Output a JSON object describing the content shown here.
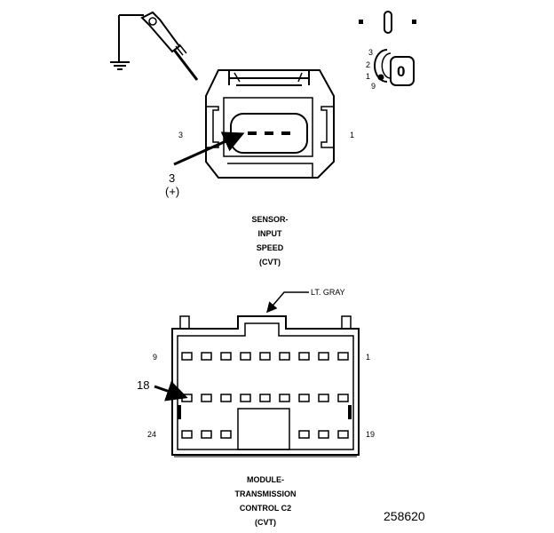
{
  "meter_icons": {
    "probe": "test-probe-icon",
    "ground": "ground-symbol-icon",
    "switch": "switch-position-icon",
    "ignition": "ignition-key-icon",
    "ignition_positions": [
      "3",
      "2",
      "1",
      "9"
    ],
    "key_label": "0"
  },
  "sensor_connector": {
    "pin_left": "3",
    "pin_right": "1",
    "callout_pin": "3",
    "callout_polarity": "(+)",
    "caption": [
      "SENSOR-",
      "INPUT",
      "SPEED",
      "(CVT)"
    ]
  },
  "module_connector": {
    "color_label": "LT. GRAY",
    "pin_top_left": "9",
    "pin_top_right": "1",
    "callout_pin": "18",
    "pin_bottom_left": "24",
    "pin_bottom_right": "19",
    "caption": [
      "MODULE-",
      "TRANSMISSION",
      "CONTROL C2",
      "(CVT)"
    ]
  },
  "figure_number": "258620"
}
